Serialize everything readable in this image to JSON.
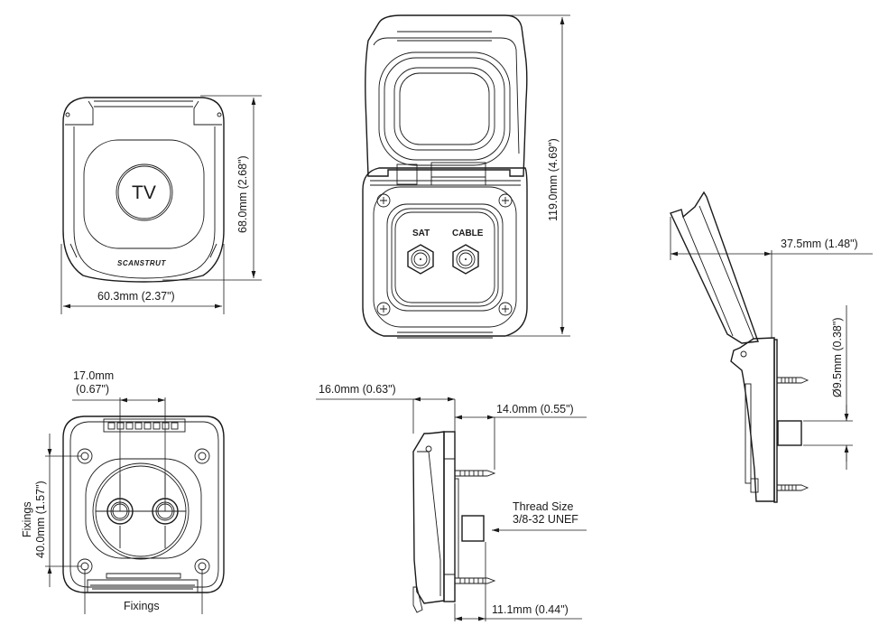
{
  "views": {
    "front_closed": {
      "badge": "TV",
      "brand": "SCANSTRUT",
      "width_dim": "60.3mm (2.37\")",
      "height_dim": "68.0mm (2.68\")"
    },
    "front_open": {
      "port_left": "SAT",
      "port_right": "CABLE",
      "height_dim": "119.0mm (4.69\")"
    },
    "side_open": {
      "depth_dim": "37.5mm (1.48\")",
      "thread_dia_dim": "Ø9.5mm (0.38\")"
    },
    "rear": {
      "spacing_dim_line1": "17.0mm",
      "spacing_dim_line2": "(0.67\")",
      "fixings_vertical_label": "Fixings",
      "fixings_vertical_dim": "40.0mm (1.57\")",
      "fixings_horizontal_label": "Fixings"
    },
    "side_closed": {
      "depth_dim": "16.0mm (0.63\")",
      "screw_dim": "14.0mm (0.55\")",
      "thread_label_line1": "Thread Size",
      "thread_label_line2": "3/8-32 UNEF",
      "connector_dim": "11.1mm (0.44\")"
    }
  }
}
